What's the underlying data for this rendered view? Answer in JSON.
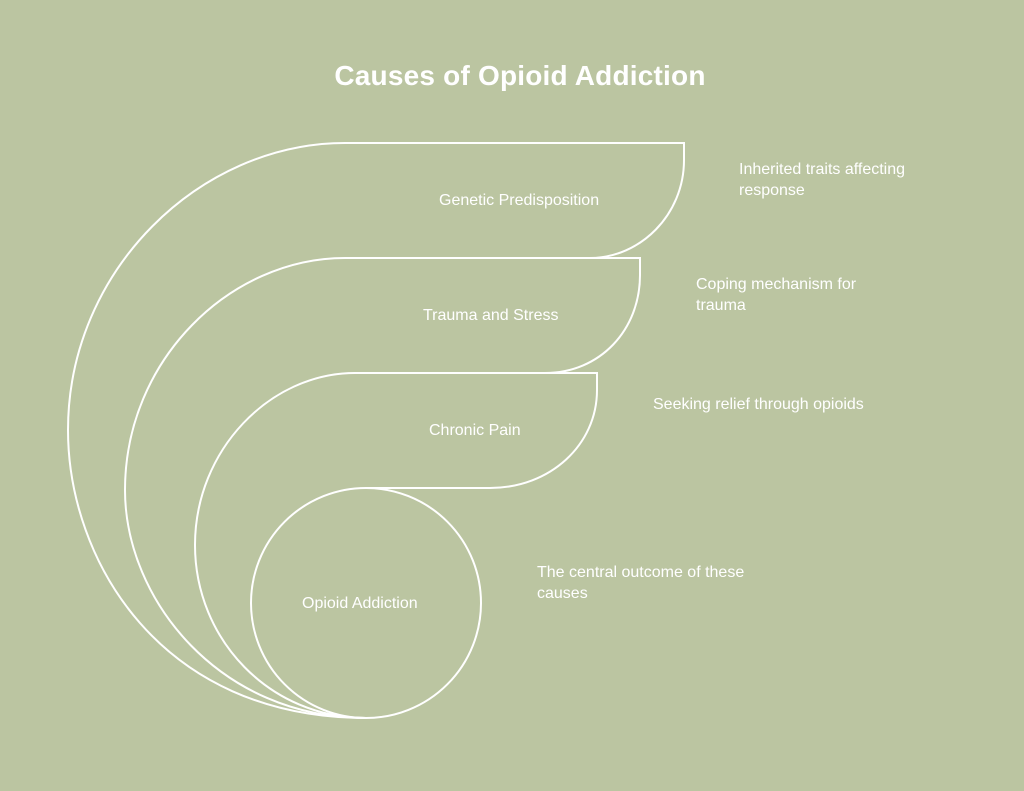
{
  "title": "Causes of Opioid Addiction",
  "colors": {
    "background": "#bbc5a1",
    "stroke": "#ffffff",
    "text": "#ffffff"
  },
  "layers": [
    {
      "label": "Genetic Predisposition",
      "description": "Inherited traits affecting response"
    },
    {
      "label": "Trauma and Stress",
      "description": "Coping mechanism for trauma"
    },
    {
      "label": "Chronic Pain",
      "description": "Seeking relief through opioids"
    },
    {
      "label": "Opioid Addiction",
      "description": "The central outcome of these causes"
    }
  ]
}
